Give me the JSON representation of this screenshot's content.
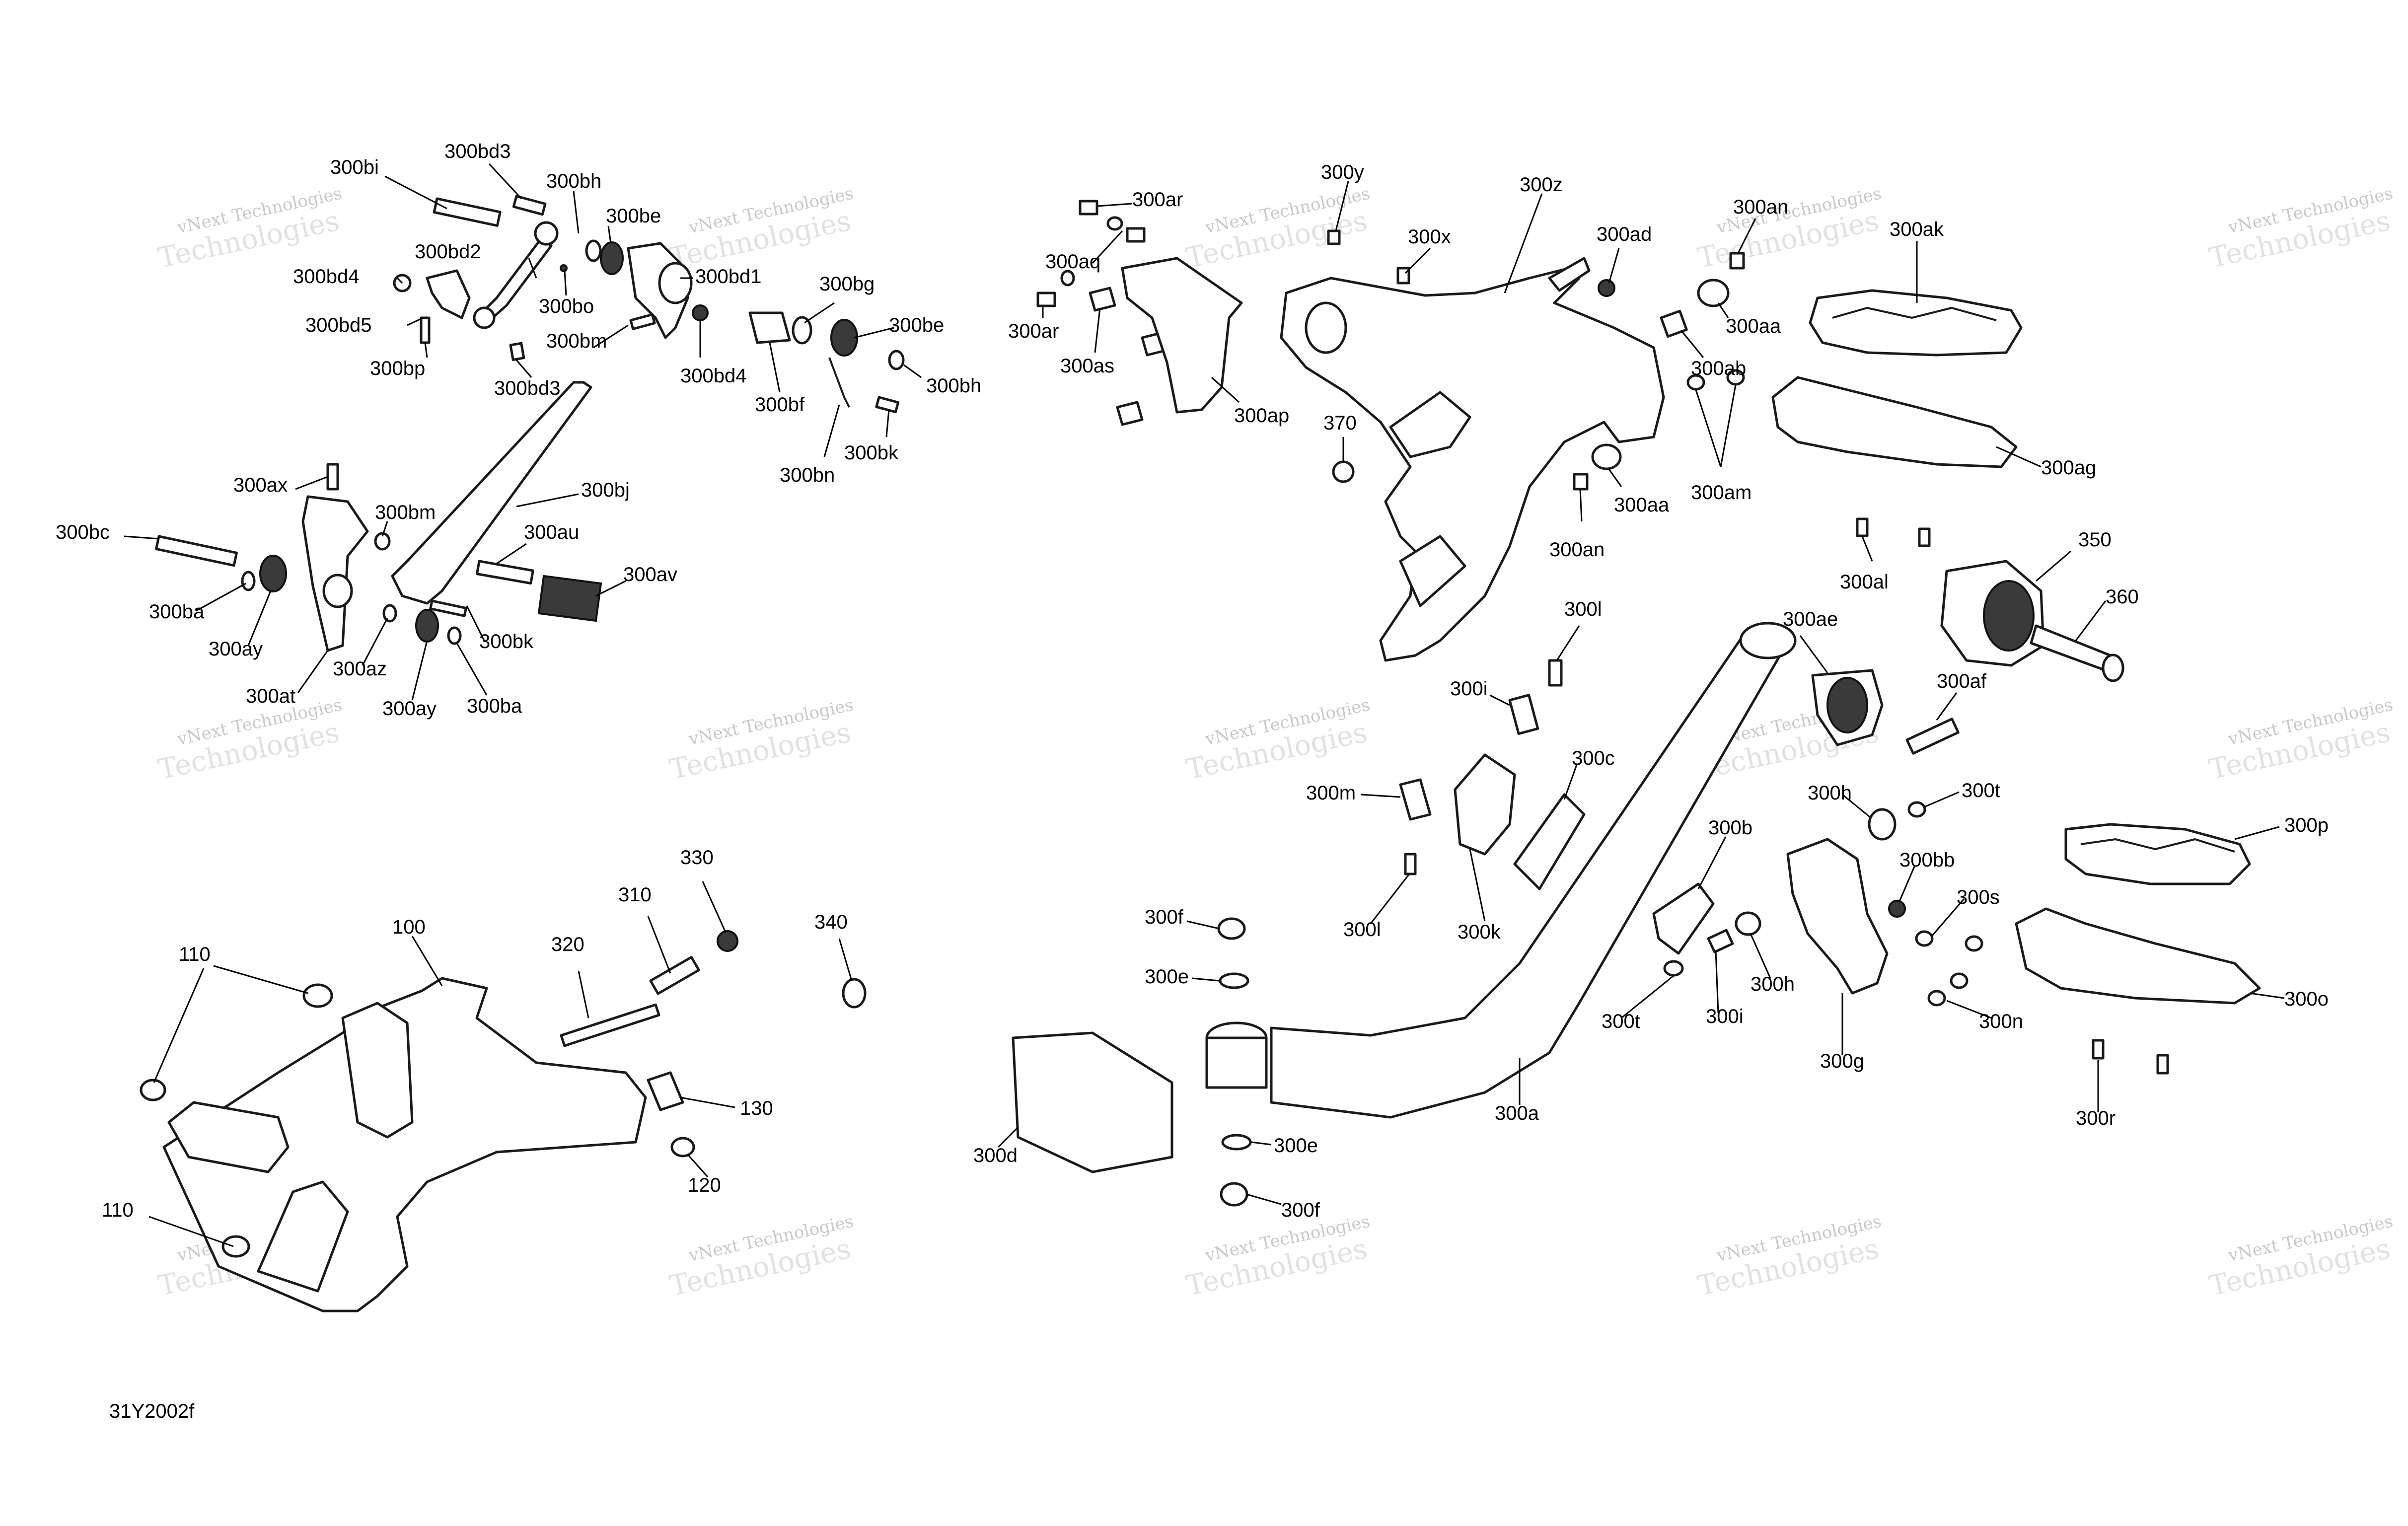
{
  "figure_ref": "31Y2002f",
  "watermark": {
    "line1": "vNext Technologies",
    "line2": "Technologies"
  },
  "callouts": [
    "300bi",
    "300bd3",
    "300bh",
    "300be",
    "300bd2",
    "300bd4",
    "300bd1",
    "300bo",
    "300bg",
    "300bd5",
    "300bm",
    "300bd4",
    "300bp",
    "300bd3",
    "300bf",
    "300be",
    "300bh",
    "300bk",
    "300bn",
    "300ax",
    "300bj",
    "300bc",
    "300bm",
    "300au",
    "300av",
    "300ba",
    "300ay",
    "300az",
    "300bk",
    "300at",
    "300ay",
    "300ba",
    "300ar",
    "300y",
    "300z",
    "300ad",
    "300an",
    "300ak",
    "300aq",
    "300x",
    "300aa",
    "300ar",
    "300as",
    "300ap",
    "300ab",
    "300ag",
    "370",
    "300am",
    "300aa",
    "300an",
    "300al",
    "350",
    "360",
    "300l",
    "300ae",
    "300af",
    "300i",
    "300c",
    "300m",
    "300h",
    "300t",
    "300p",
    "300b",
    "300bb",
    "300s",
    "300f",
    "300l",
    "300k",
    "300e",
    "300h",
    "300n",
    "300o",
    "300t",
    "300i",
    "300g",
    "300a",
    "300r",
    "300d",
    "300e",
    "300f",
    "110",
    "100",
    "330",
    "310",
    "340",
    "320",
    "130",
    "120",
    "110"
  ]
}
